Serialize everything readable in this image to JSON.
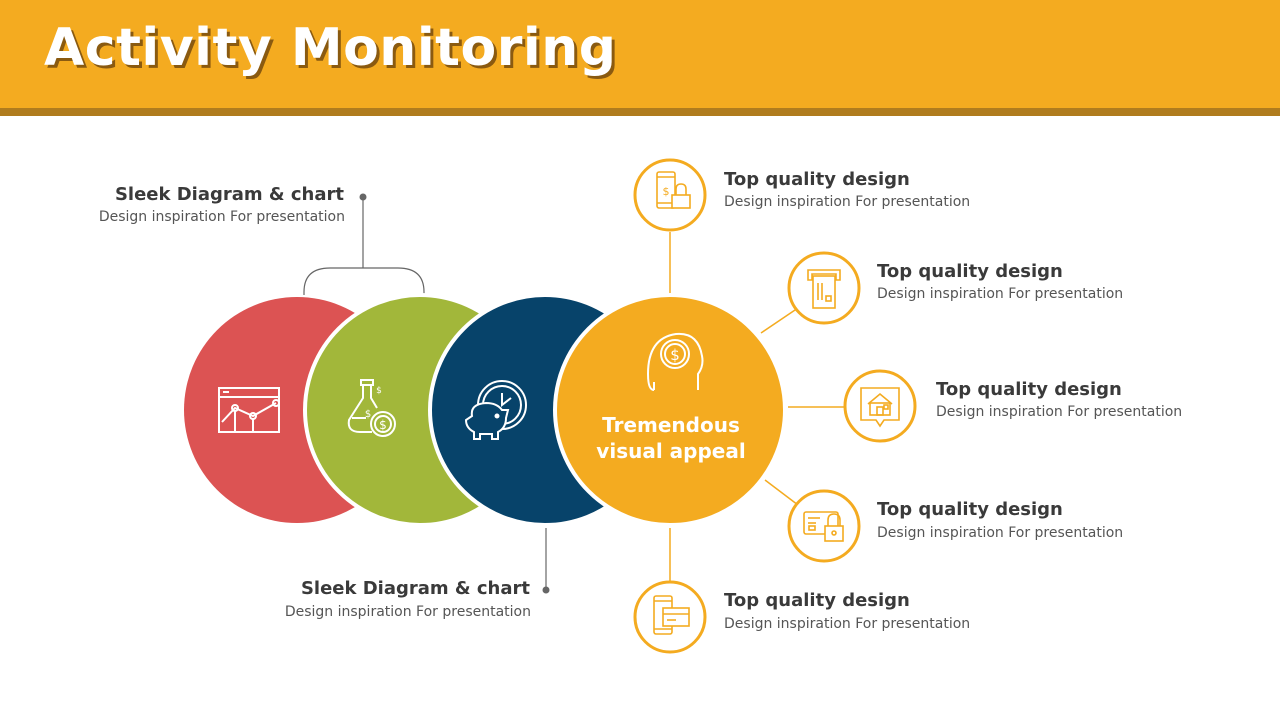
{
  "header": {
    "title": "Activity Monitoring"
  },
  "colors": {
    "header": "#f4ab20",
    "header_stripe": "#b07c1e",
    "red": "#dc5353",
    "green": "#a2b73a",
    "navy": "#07436a",
    "orange": "#f4ab20"
  },
  "diagram": {
    "center": {
      "text": "Tremendous visual appeal",
      "icon": "head-dollar-icon"
    },
    "left_labels": [
      {
        "title": "Sleek Diagram & chart",
        "subtitle": "Design inspiration For presentation"
      },
      {
        "title": "Sleek Diagram & chart",
        "subtitle": "Design inspiration For presentation"
      }
    ],
    "circles": [
      {
        "color": "red",
        "icon": "browser-chart-icon"
      },
      {
        "color": "green",
        "icon": "flask-coin-icon"
      },
      {
        "color": "navy",
        "icon": "piggy-clock-icon"
      }
    ],
    "items": [
      {
        "title": "Top quality design",
        "subtitle": "Design inspiration For presentation",
        "icon": "phone-lock-icon"
      },
      {
        "title": "Top quality design",
        "subtitle": "Design inspiration For presentation",
        "icon": "atm-card-icon"
      },
      {
        "title": "Top quality design",
        "subtitle": "Design inspiration For presentation",
        "icon": "house-chat-icon"
      },
      {
        "title": "Top quality design",
        "subtitle": "Design inspiration For presentation",
        "icon": "card-lock-icon"
      },
      {
        "title": "Top quality design",
        "subtitle": "Design inspiration For presentation",
        "icon": "phone-card-icon"
      }
    ]
  }
}
